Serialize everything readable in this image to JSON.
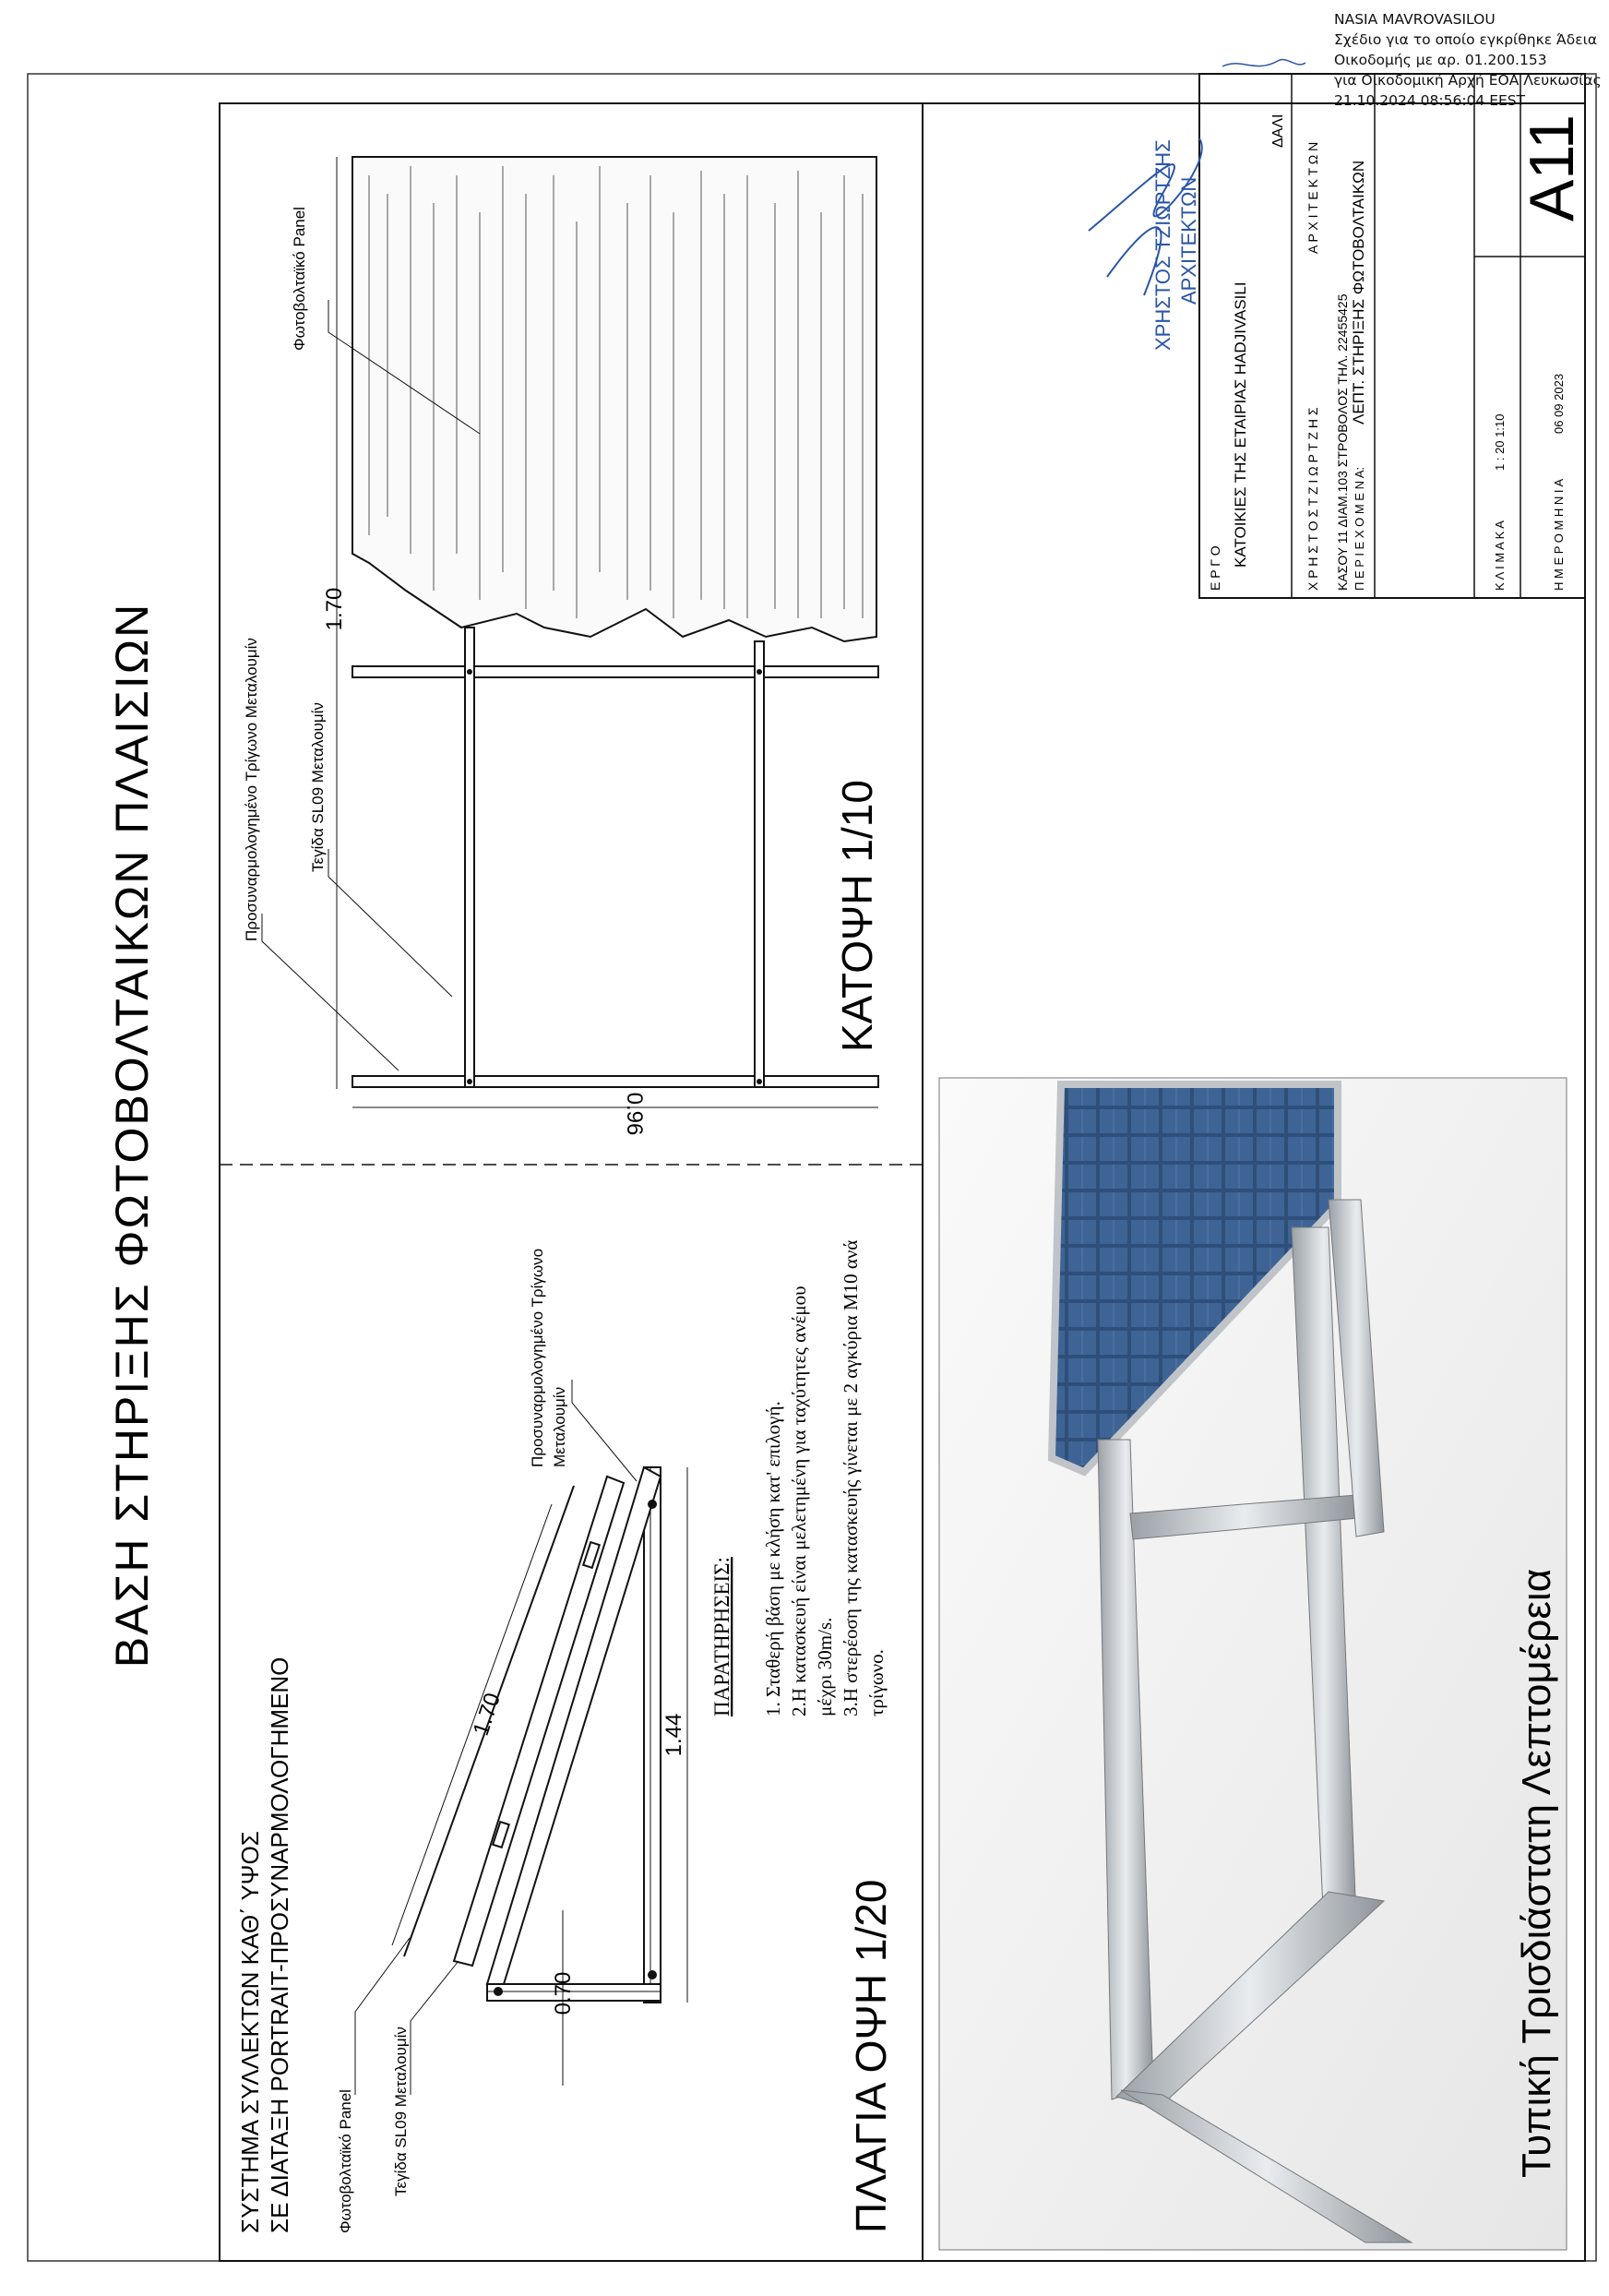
{
  "stamp": {
    "name": "NASIA MAVROVASILOU",
    "line1": "Σχέδιο για το οποίο εγκρίθηκε Άδεια",
    "line2": "Οικοδομής με αρ. 01.200.153",
    "line3": "για Οικοδομική Αρχή ΕΟΑ Λευκωσίας",
    "line4": "21.10.2024 08:56:04 EEST"
  },
  "main_title": "ΒΑΣΗ ΣΤΗΡΙΞΗΣ ΦΩΤΟΒΟΛΤΑΙΚΩΝ ΠΛΑΙΣΙΩΝ",
  "side_view": {
    "heading1": "ΣΥΣΤΗΜΑ ΣΥΛΛΕΚΤΩΝ ΚΑΘ΄ ΥΨΟΣ",
    "heading2": "ΣΕ ΔΙΑΤΑΞΗ PORTRAIT-ΠΡΟΣΥΝΑΡΜΟΛΟΓΗΜΕΝΟ",
    "title": "ΠΛΑΓΙΑ ΟΨΗ 1/20",
    "label_panel": "Φωτοβολταϊκό Panel",
    "label_rail": "Τεγίδα SL09 Μεταλουμίν",
    "label_triangle_1": "Προσυναρμολογημένο Τρίγωνο",
    "label_triangle_2": "Μεταλουμίν",
    "dim_panel": "1.70",
    "dim_base": "1.44",
    "dim_height": "0.70",
    "notes_title": "ΠΑΡΑΤΗΡΗΣΕΙΣ:",
    "note1": "1. Σταθερή βάση με κλήση κατ' επιλογή.",
    "note2a": "2.Η κατασκευή είναι μελετημένη για ταχύτητες ανέμου",
    "note2b": "μέχρι 30m/s.",
    "note3a": "3.Η στερέοση της κατασκευής γίνεται με 2 αγκύρια Μ10 ανά",
    "note3b": "τρίγωνο."
  },
  "plan_view": {
    "title": "ΚΑΤΟΨΗ 1/10",
    "label_panel": "Φωτοβολταϊκό Panel",
    "label_rail": "Τεγίδα SL09 Μεταλουμίν",
    "label_triangle": "Προσυναρμολογημένο Τρίγωνο Μεταλουμίν",
    "dim_length": "1.70",
    "dim_width": "0.96"
  },
  "photo_caption": "Τυπική Τρισδιάστατη Λεπτομέρεια",
  "title_block": {
    "erga_label": "Ε Ρ Γ Ο",
    "project": "ΚΑΤΟΙΚΙΕΣ ΤΗΣ ΕΤΑΙΡΙΑΣ HADJIVASILI",
    "location": "ΔΑΛΙ",
    "architect_name": "Χ Ρ Η Σ Τ Ο Σ    Τ Ζ Ι Ω Ρ Τ Ζ Η Σ",
    "architect_title": "Α Ρ Χ Ι Τ Ε Κ Τ Ω Ν",
    "address": "ΚΑΣΟΥ 11 ΔΙΑΜ.103  ΣΤΡΟΒΟΛΟΣ  ΤΗΛ. 22455425",
    "contents_label": "Π Ε Ρ Ι Ε Χ Ο Μ Ε Ν Α:",
    "contents": "ΛΕΠΤ. ΣΤΗΡΙΞΗΣ ΦΩΤΟΒΟΛΤΑΙΚΩΝ",
    "scale_label": "Κ Λ Ι Μ Α Κ Α",
    "scale_value": "1 : 20    1:10",
    "date_label": "Η Μ Ε Ρ Ο Μ Η Ν Ι Α",
    "date_value": "06 09 2023",
    "sheet_no": "A11",
    "signature_line1": "ΧΡΗΣΤΟΣ ΤΖΙΩΡΤΖΗΣ",
    "signature_line2": "ΑΡΧΙΤΕΚΤΩΝ"
  },
  "colors": {
    "line": "#111111",
    "signature": "#2a55a8",
    "panel": "#2f4f7a",
    "frame": "#b9bcc0"
  }
}
